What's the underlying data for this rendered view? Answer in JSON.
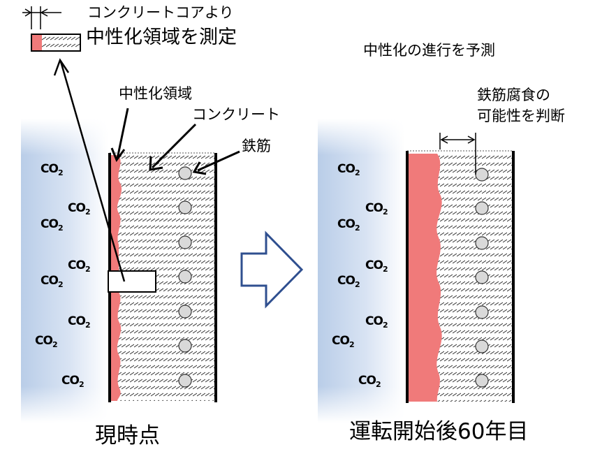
{
  "labels": {
    "core_measure_line1": "コンクリートコアより",
    "core_measure_line2": "中性化領域を測定",
    "predict": "中性化の進行を予測",
    "neutralized_zone": "中性化領域",
    "concrete": "コンクリート",
    "rebar": "鉄筋",
    "corrosion_line1": "鉄筋腐食の",
    "corrosion_line2": "可能性を判断",
    "present": "現時点",
    "after_60": "運転開始後60年目"
  },
  "co2": {
    "text": "CO",
    "subscript": "2"
  },
  "colors": {
    "neutralized_red": "#f07a7a",
    "co2_gradient_blue": "#b9cde8",
    "wall_black": "#000000",
    "arrow_outline": "#2f4f8f",
    "rebar_fill": "#d9d9d9"
  },
  "icons": {
    "process_arrow": "right-arrow-outline-icon"
  }
}
